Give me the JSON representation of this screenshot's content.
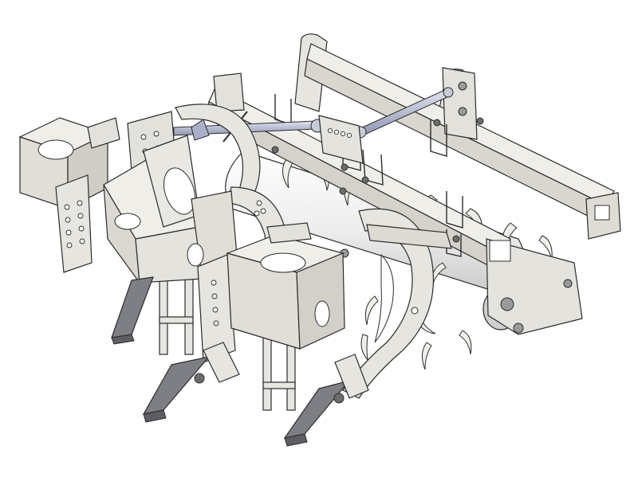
{
  "image": {
    "subject": "cad-render-subsoiler-cultivator",
    "view": "isometric",
    "background": "#ffffff"
  },
  "colors": {
    "steel_light": "#ecebe6",
    "steel_face": "#dedcd5",
    "steel_shadow": "#b9b7ae",
    "steel_dark": "#8f8d86",
    "outline": "#2c2c2c",
    "roller": "#f2f2f2",
    "roller_shade": "#d6d6d6",
    "tip_steel": "#7d7f84",
    "tip_steel_dark": "#5c5e63",
    "top_link": "#b9c0d6",
    "top_link_dark": "#8f97b3",
    "bolt": "#6c6c6c"
  },
  "parts": {
    "frame": "main-frame",
    "roller": "crumbler-roller",
    "shanks": [
      "shank-left",
      "shank-middle",
      "shank-right"
    ],
    "tips": [
      "tip-left",
      "tip-middle",
      "tip-right"
    ],
    "links": [
      "top-link-left",
      "top-link-right"
    ],
    "brackets": [
      "bracket-far-left",
      "bracket-front-left",
      "bracket-front-center"
    ]
  }
}
